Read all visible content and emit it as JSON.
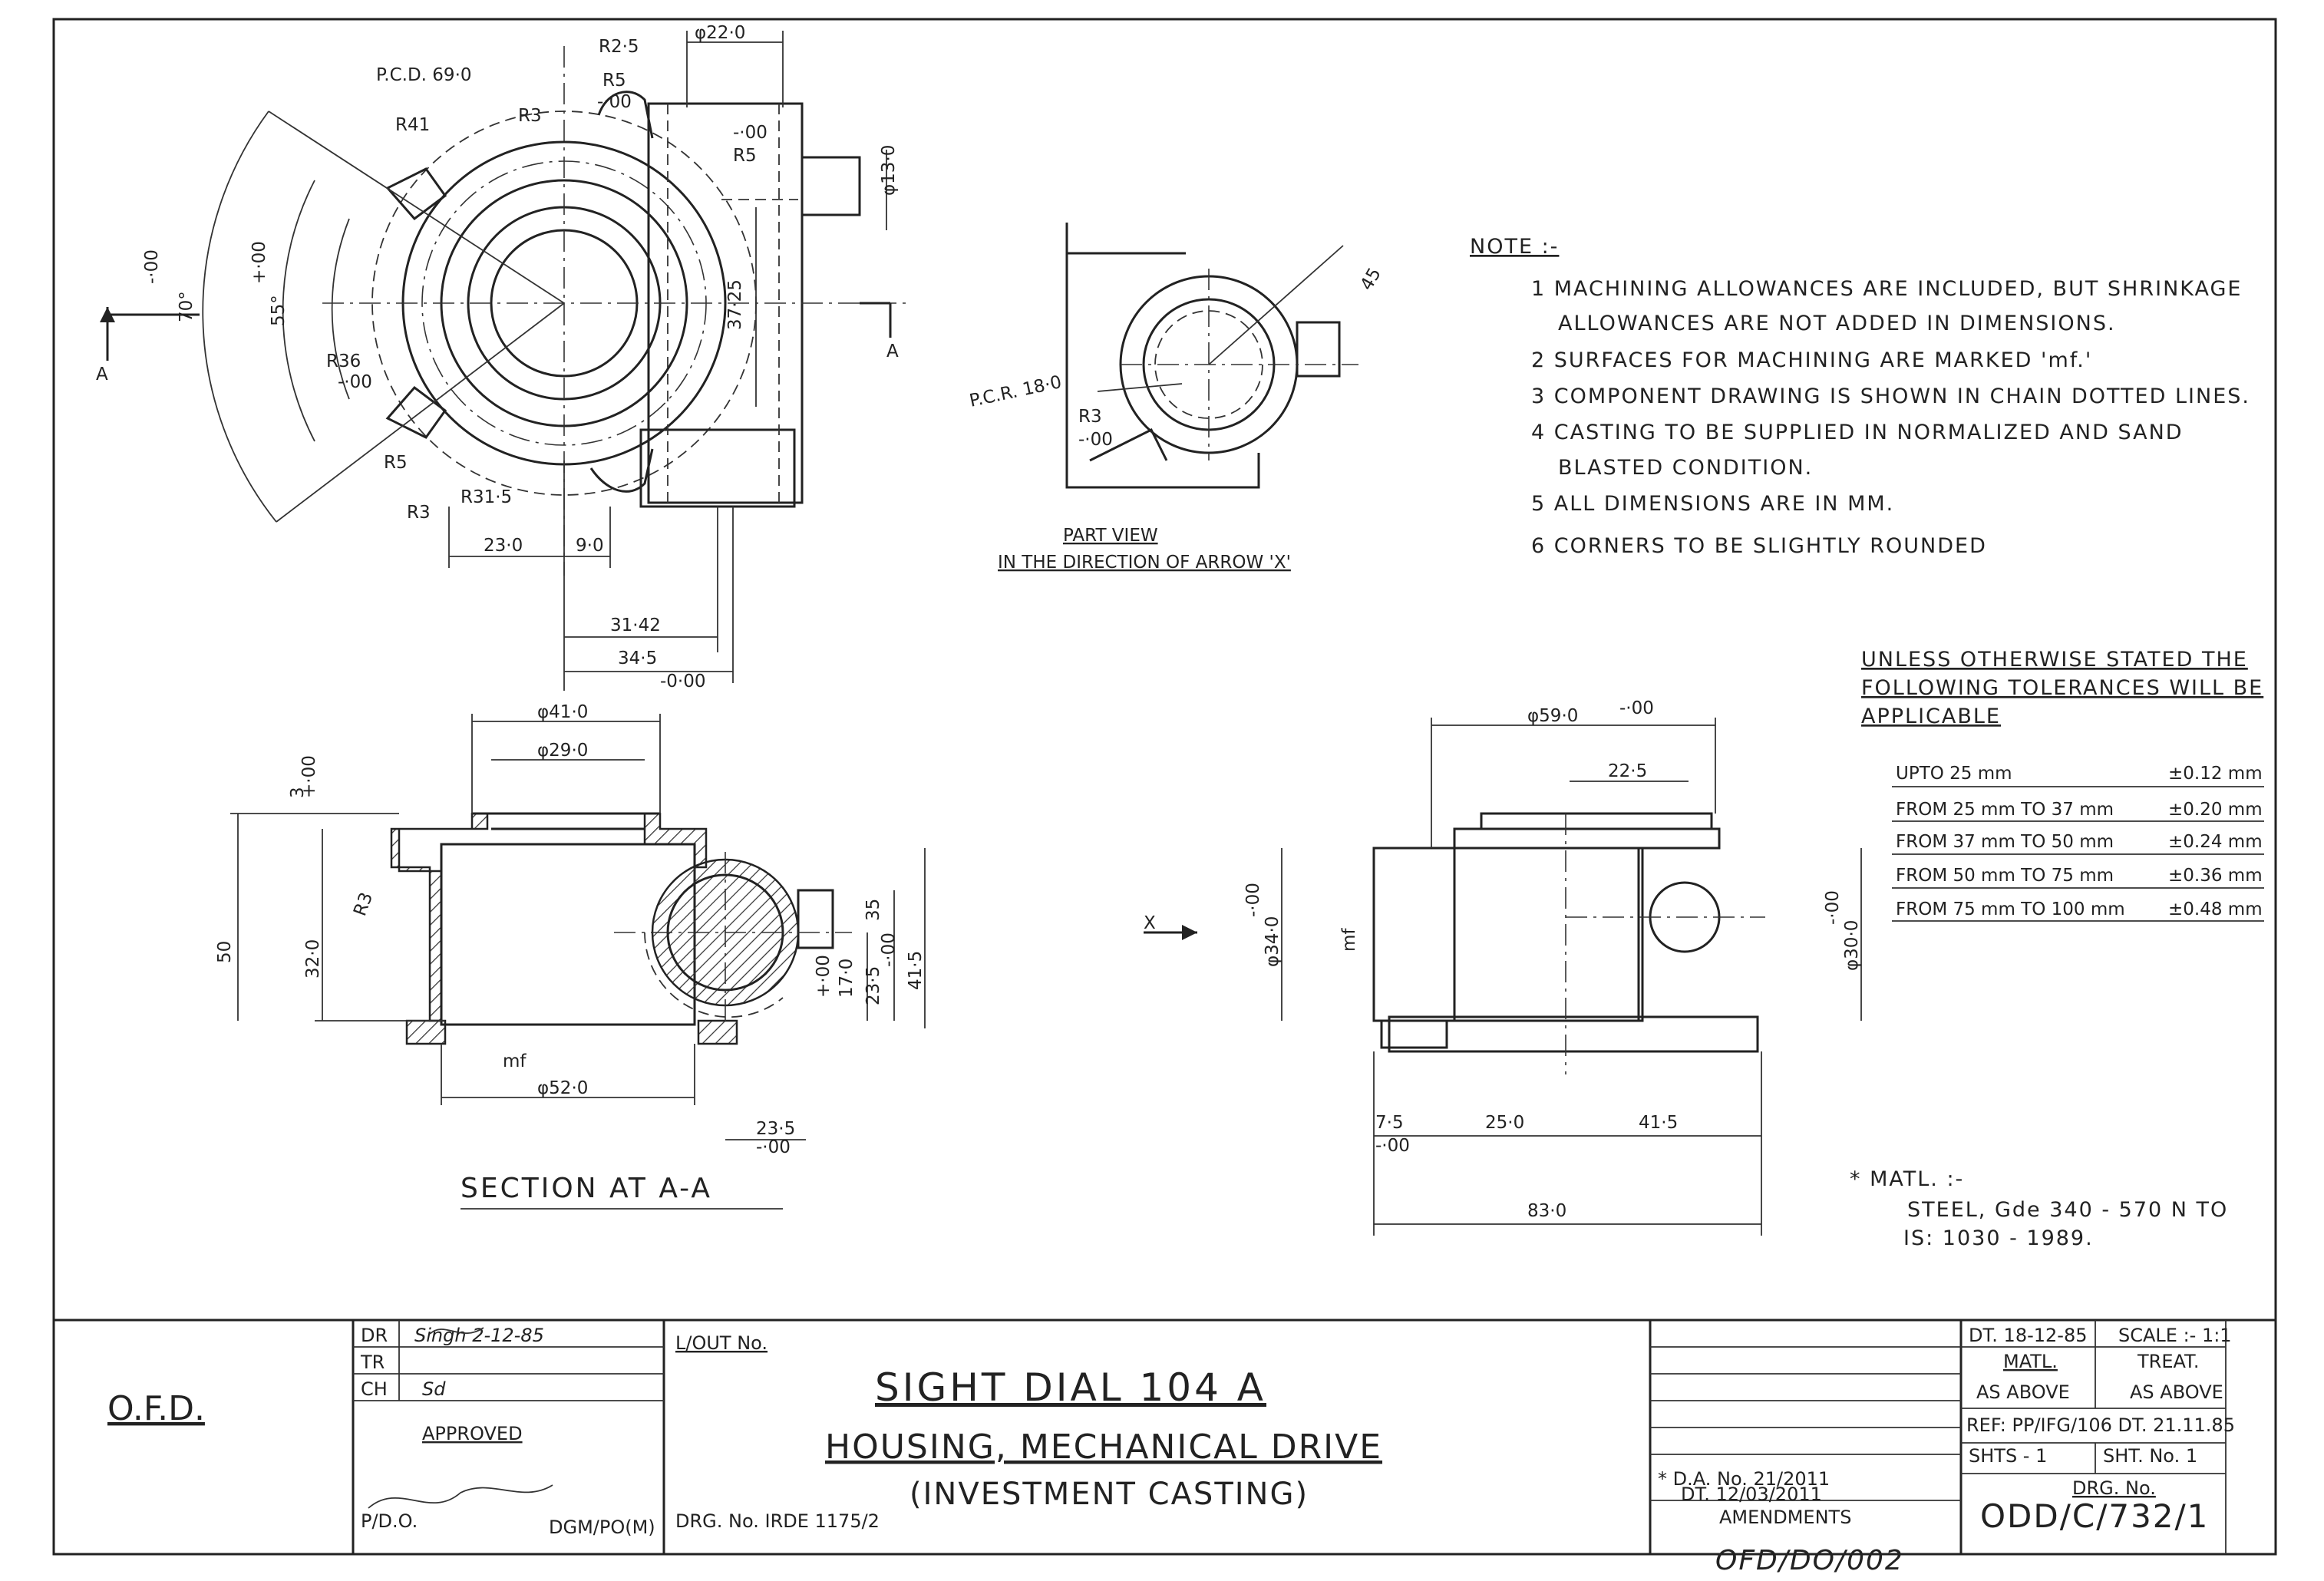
{
  "plan_view": {
    "labels": [
      "P.C.D. 69·0",
      "R2·5",
      "φ22·0",
      "R5",
      "-·00",
      "R3",
      "R41",
      "-·00",
      "R5",
      "φ13·0",
      "70°",
      "-·00",
      "55°",
      "+·00",
      "R36",
      "-·00",
      "37·25",
      "R5",
      "R3",
      "R31·5",
      "23·0",
      "9·0",
      "31·42",
      "34·5",
      "-0·00",
      "A",
      "A"
    ]
  },
  "part_view": {
    "title": "PART VIEW",
    "subtitle": "IN THE DIRECTION OF ARROW 'X'",
    "labels": [
      "45",
      "P.C.R. 18·0",
      "R3",
      "-·00"
    ]
  },
  "notes": {
    "heading": "NOTE :-",
    "items": [
      "1  MACHINING  ALLOWANCES  ARE  INCLUDED, BUT  SHRINKAGE",
      "ALLOWANCES  ARE  NOT  ADDED  IN  DIMENSIONS.",
      "2  SURFACES  FOR  MACHINING  ARE  MARKED 'mf.'",
      "3  COMPONENT  DRAWING  IS  SHOWN  IN  CHAIN  DOTTED LINES.",
      "4  CASTING  TO BE  SUPPLIED  IN  NORMALIZED  AND  SAND",
      "BLASTED  CONDITION.",
      "5  ALL  DIMENSIONS  ARE  IN  MM.",
      "6  CORNERS  TO BE  SLIGHTLY  ROUNDED"
    ]
  },
  "tolerances": {
    "header": [
      "UNLESS  OTHERWISE  STATED  THE",
      "FOLLOWING  TOLERANCES  WILL BE",
      "APPLICABLE"
    ],
    "rows": [
      {
        "range": "UPTO  25 mm",
        "tol": "±0.12 mm"
      },
      {
        "range": "FROM  25 mm  TO 37 mm",
        "tol": "±0.20 mm"
      },
      {
        "range": "FROM  37 mm TO 50 mm",
        "tol": "±0.24 mm"
      },
      {
        "range": "FROM  50 mm TO 75 mm",
        "tol": "±0.36 mm"
      },
      {
        "range": "FROM  75 mm TO 100 mm",
        "tol": "±0.48 mm"
      }
    ]
  },
  "section_view": {
    "title": "SECTION  AT  A-A",
    "labels": [
      "φ41·0",
      "φ29·0",
      "3",
      "+·00",
      "50",
      "R3",
      "32·0",
      "35",
      "+·00",
      "17·0",
      "-·00",
      "23·5",
      "41·5",
      "φ52·0",
      "23·5",
      "-·00",
      "mf"
    ]
  },
  "side_view": {
    "labels": [
      "φ59·0",
      "-·00",
      "22·5",
      "φ34·0",
      "-·00",
      "φ30·0",
      "-·00",
      "X",
      "7·5",
      "-·00",
      "25·0",
      "41·5",
      "83·0",
      "mf"
    ]
  },
  "material": {
    "heading": "* MATL. :-",
    "line1": "STEEL, Gde 340 - 570 N  TO",
    "line2": "IS: 1030 - 1989."
  },
  "title_block": {
    "ofd": "O.F.D.",
    "dr": "DR",
    "dr_sign": "Singh 2-12-85",
    "tr": "TR",
    "ch": "CH",
    "ch_sign": "Sd",
    "approved": "APPROVED",
    "pdo": "P/D.O.",
    "dgm": "DGM/PO(M)",
    "lout": "L/OUT No.",
    "drg_ref": "DRG. No. IRDE 1175/2",
    "title1": "SIGHT  DIAL  104 A",
    "title2": "HOUSING, MECHANICAL DRIVE",
    "title3": "(INVESTMENT CASTING)",
    "amend_note1": "* D.A. No. 21/2011",
    "amend_note2": "DT. 12/03/2011",
    "amendments": "AMENDMENTS",
    "date": "DT. 18-12-85",
    "scale": "SCALE :- 1:1",
    "matl": "MATL.",
    "treat": "TREAT.",
    "matl_val": "AS  ABOVE",
    "treat_val": "AS  ABOVE",
    "ref": "REF: PP/IFG/106 DT. 21.11.85",
    "shts": "SHTS  -  1",
    "sht_no": "SHT. No.  1",
    "drg_no_label": "DRG. No.",
    "drg_no": "ODD/C/732/1",
    "handwritten_code": "OFD/DO/002"
  }
}
